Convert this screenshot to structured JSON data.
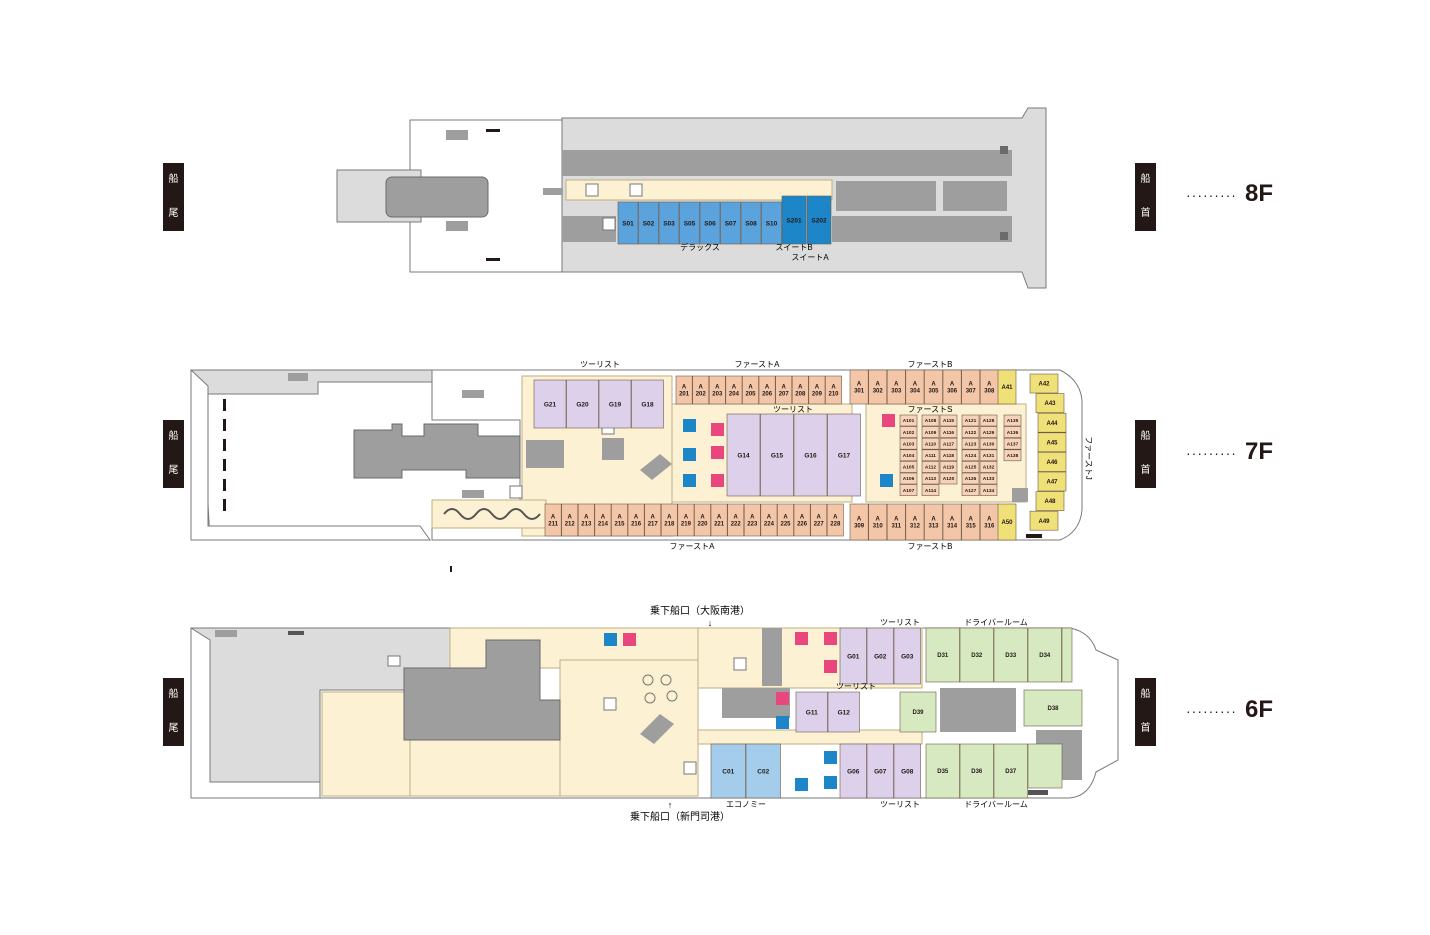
{
  "side_labels": {
    "stern": [
      "船",
      "尾"
    ],
    "bow": [
      "船",
      "首"
    ]
  },
  "floors": [
    {
      "id": "8F",
      "label": "8F",
      "dots": "·········"
    },
    {
      "id": "7F",
      "label": "7F",
      "dots": "·········"
    },
    {
      "id": "6F",
      "label": "6F",
      "dots": "·········"
    }
  ],
  "colors": {
    "suite": "#1d86c9",
    "deluxe": "#5ba3dc",
    "economy": "#a3cdeb",
    "first_a": "#f3c6a8",
    "first_b": "#f3c6a8",
    "first_s": "#f6d3b8",
    "first_j": "#f0e078",
    "tourist": "#ddd0ea",
    "driver": "#d6e9c0",
    "public": "#fcf1d2",
    "structure": "#9e9e9e",
    "deck": "#dcdcdc"
  },
  "deck8": {
    "cabins_deluxe": [
      "S01",
      "S02",
      "S03",
      "S05",
      "S06",
      "S07",
      "S08",
      "S10"
    ],
    "cabins_suite": [
      "S201",
      "S202"
    ],
    "label_deluxe": "デラックス",
    "label_suite_b": "スイートB",
    "label_suite_a": "スイートA"
  },
  "deck7": {
    "label_tourist_top": "ツーリスト",
    "label_first_a_top": "ファーストA",
    "label_first_b_top": "ファーストB",
    "label_tourist_mid": "ツーリスト",
    "label_first_s": "ファーストS",
    "label_first_j": "ファーストJ",
    "label_first_a_bottom": "ファーストA",
    "label_first_b_bottom": "ファーストB",
    "tourist_top": [
      "G21",
      "G20",
      "G19",
      "G18"
    ],
    "tourist_mid": [
      "G14",
      "G15",
      "G16",
      "G17"
    ],
    "first_a_top": [
      "201",
      "202",
      "203",
      "204",
      "205",
      "206",
      "207",
      "208",
      "209",
      "210"
    ],
    "first_b_top": [
      "301",
      "302",
      "303",
      "304",
      "305",
      "306",
      "307",
      "308"
    ],
    "first_a_bottom": [
      "211",
      "212",
      "213",
      "214",
      "215",
      "216",
      "217",
      "218",
      "219",
      "220",
      "221",
      "222",
      "223",
      "224",
      "225",
      "226",
      "227",
      "228"
    ],
    "first_b_bottom": [
      "309",
      "310",
      "311",
      "312",
      "313",
      "314",
      "315",
      "316"
    ],
    "cabin_letter": "A",
    "first_s_cols": [
      [
        "A101",
        "A102",
        "A103",
        "A104",
        "A105",
        "A106",
        "A107"
      ],
      [
        "A108",
        "A109",
        "A110",
        "A111",
        "A112",
        "A113",
        "A114"
      ],
      [
        "A115",
        "A116",
        "A117",
        "A118",
        "A119",
        "A120"
      ],
      [
        "A121",
        "A122",
        "A123",
        "A124",
        "A125",
        "A126",
        "A127"
      ],
      [
        "A128",
        "A129",
        "A130",
        "A131",
        "A132",
        "A133",
        "A134"
      ],
      [
        "A135",
        "A136",
        "A137",
        "A138"
      ]
    ],
    "first_j": [
      "A42",
      "A43",
      "A44",
      "A45",
      "A46",
      "A47",
      "A48",
      "A49"
    ],
    "first_b_ends": [
      "A41",
      "A50"
    ]
  },
  "deck6": {
    "label_boarding_top": "乗下船口（大阪南港）",
    "label_boarding_bottom": "乗下船口（新門司港）",
    "label_tourist_top": "ツーリスト",
    "label_driver_top": "ドライバールーム",
    "label_tourist_mid": "ツーリスト",
    "label_economy": "エコノミー",
    "label_tourist_bottom": "ツーリスト",
    "label_driver_bottom": "ドライバールーム",
    "arrow_down": "↓",
    "arrow_up": "↑",
    "tourist_top": [
      "G01",
      "G02",
      "G03"
    ],
    "tourist_mid": [
      "G11",
      "G12"
    ],
    "tourist_bottom": [
      "G06",
      "G07",
      "G08"
    ],
    "economy": [
      "C01",
      "C02"
    ],
    "driver_rooms_top": [
      "D31",
      "D32",
      "D33",
      "D34"
    ],
    "driver_rooms_bottom": [
      "D35",
      "D36",
      "D37"
    ],
    "driver_room_mid": "D39",
    "driver_room_bow": "D38"
  }
}
